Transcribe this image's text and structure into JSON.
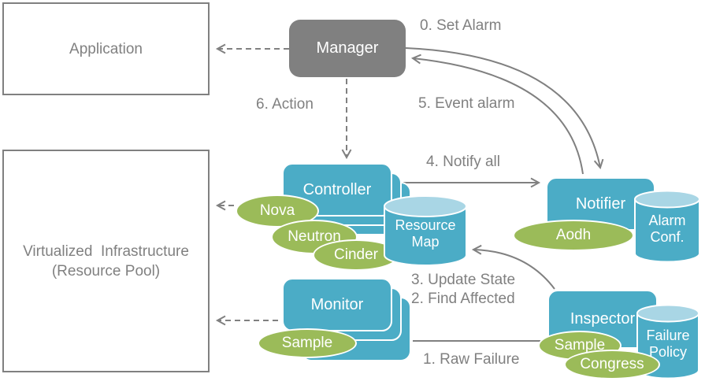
{
  "title": "Doctor fault management architecture diagram",
  "colors": {
    "teal": "#4BACC6",
    "teal_light": "#A9D6E5",
    "green": "#9BBB59",
    "gray": "#808080",
    "label_gray": "#808080",
    "white": "#FFFFFF"
  },
  "boxes": {
    "application": {
      "label": "Application"
    },
    "virtualized_infrastructure": {
      "line1": "Virtualized  Infrastructure",
      "line2": "(Resource Pool)"
    },
    "manager": {
      "label": "Manager"
    },
    "controller": {
      "label": "Controller"
    },
    "monitor": {
      "label": "Monitor"
    },
    "notifier": {
      "label": "Notifier"
    },
    "inspector": {
      "label": "Inspector"
    }
  },
  "cylinders": {
    "resource_map": {
      "line1": "Resource",
      "line2": "Map"
    },
    "alarm_conf": {
      "line1": "Alarm",
      "line2": "Conf."
    },
    "failure_policy": {
      "line1": "Failure",
      "line2": "Policy"
    }
  },
  "ellipses": {
    "nova": {
      "label": "Nova"
    },
    "neutron": {
      "label": "Neutron"
    },
    "cinder": {
      "label": "Cinder"
    },
    "aodh": {
      "label": "Aodh"
    },
    "sample_monitor": {
      "label": "Sample"
    },
    "sample_inspector": {
      "label": "Sample"
    },
    "congress": {
      "label": "Congress"
    }
  },
  "flow_labels": {
    "set_alarm": "0. Set Alarm",
    "event_alarm": "5. Event alarm",
    "action": "6. Action",
    "notify_all": "4. Notify all",
    "update_state": "3. Update State",
    "find_affected": "2. Find Affected",
    "raw_failure": "1. Raw Failure"
  }
}
